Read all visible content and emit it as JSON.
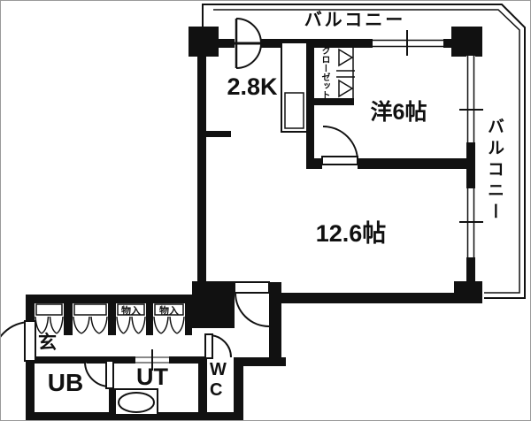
{
  "floorplan": {
    "balcony_top_label": "バルコニー",
    "balcony_right_label": "バルコニー",
    "kitchen_label": "2.8K",
    "closet_label": "クローゼット",
    "western_room_label": "洋6帖",
    "living_room_label": "12.6帖",
    "entrance_label": "玄",
    "storage_label_1": "物入",
    "storage_label_2": "物入",
    "unit_bath_label": "UB",
    "utility_label": "UT",
    "toilet_label": "WC",
    "wall_color": "#111111",
    "background_color": "#ffffff"
  }
}
